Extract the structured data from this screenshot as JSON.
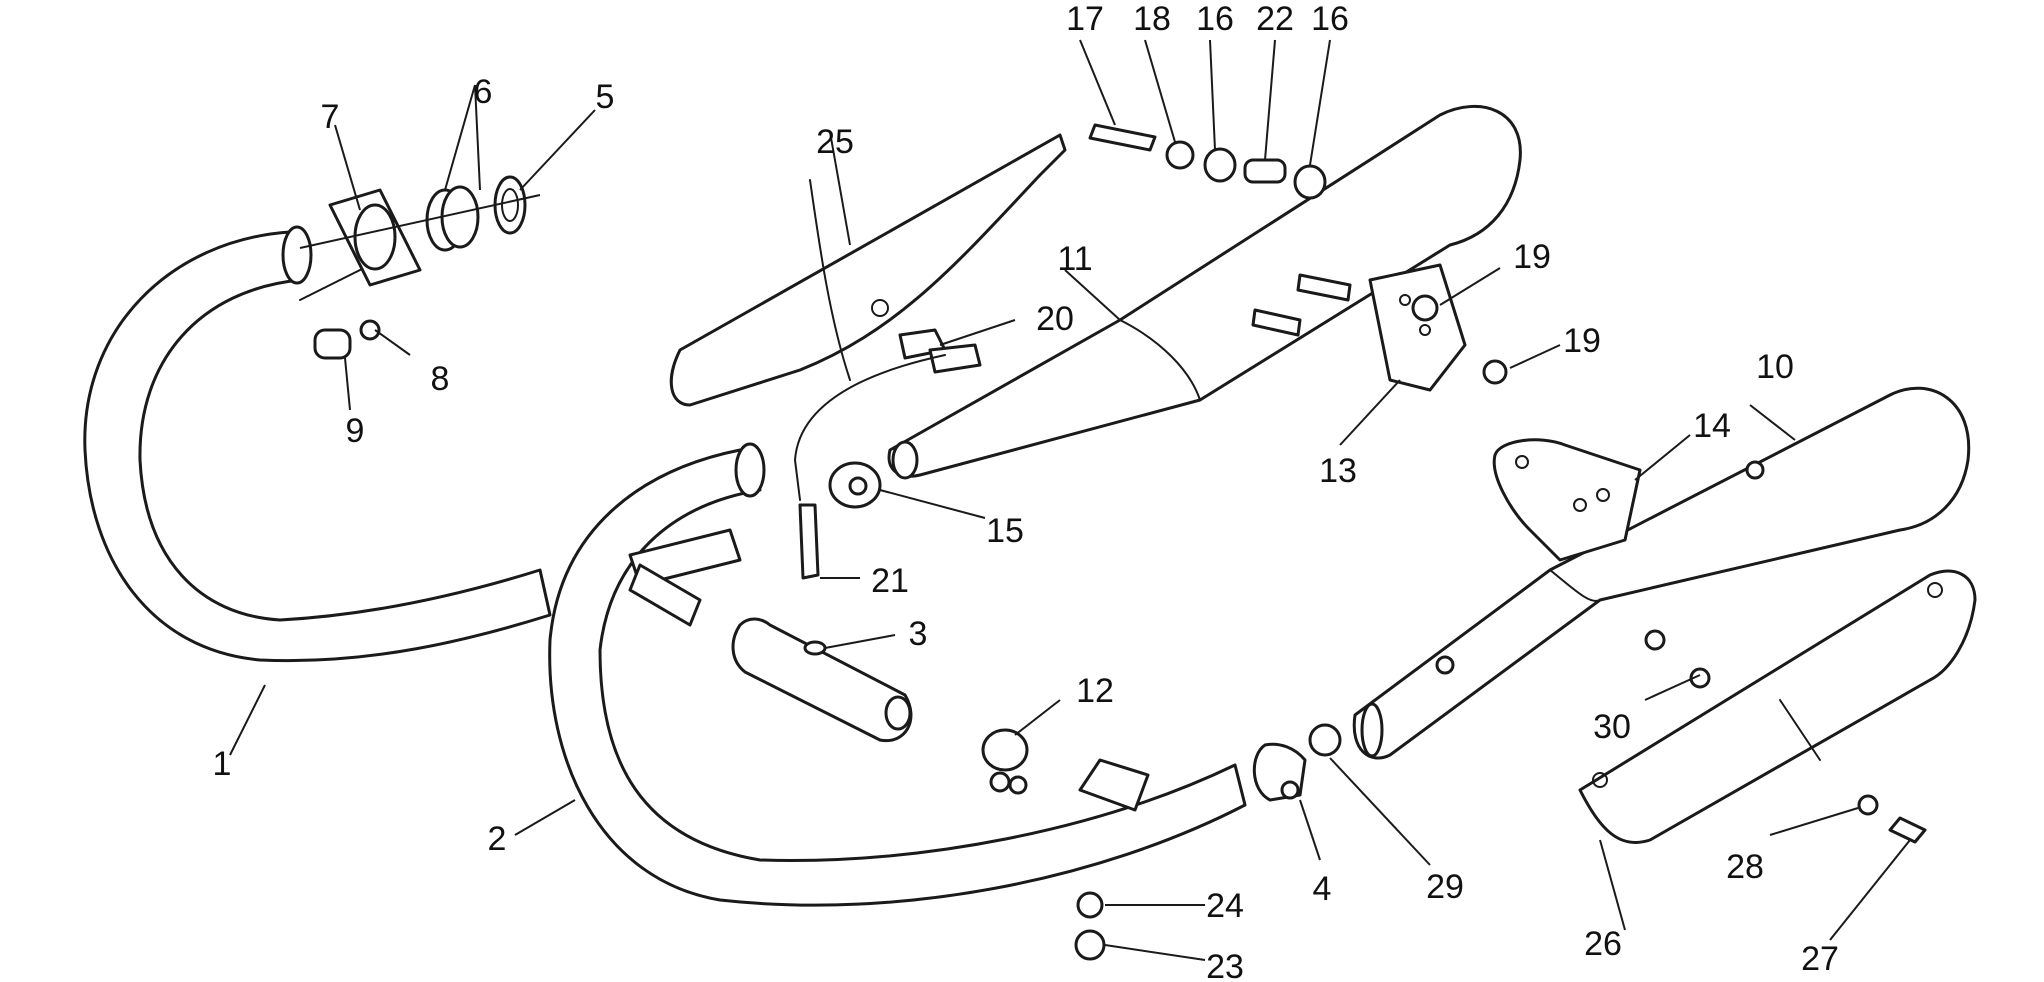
{
  "diagram": {
    "labels": {
      "p1": "1",
      "p2": "2",
      "p3": "3",
      "p4": "4",
      "p5": "5",
      "p6": "6",
      "p7": "7",
      "p8": "8",
      "p9": "9",
      "p10": "10",
      "p11": "11",
      "p12": "12",
      "p13": "13",
      "p14": "14",
      "p15": "15",
      "p16a": "16",
      "p16b": "16",
      "p17": "17",
      "p18": "18",
      "p19a": "19",
      "p19b": "19",
      "p20": "20",
      "p21": "21",
      "p22": "22",
      "p23": "23",
      "p24": "24",
      "p25": "25",
      "p26": "26",
      "p27": "27",
      "p28": "28",
      "p29": "29",
      "p30": "30"
    }
  }
}
